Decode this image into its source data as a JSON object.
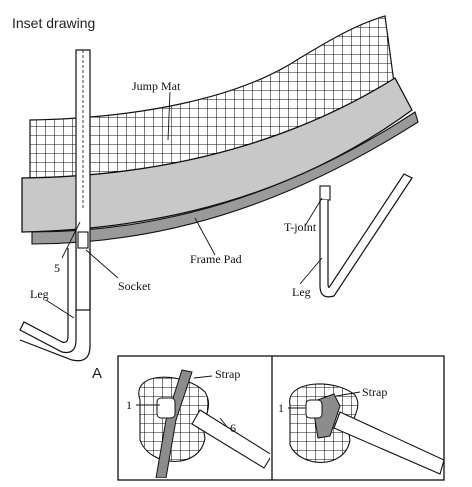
{
  "title": "Inset drawing",
  "labels": {
    "jump_mat": "Jump Mat",
    "t_joint": "T-joint",
    "frame_pad": "Frame Pad",
    "five": "5",
    "socket": "Socket",
    "leg_left": "Leg",
    "leg_right": "Leg"
  },
  "detail": {
    "letter": "A",
    "left_panel": {
      "strap": "Strap",
      "one": "1",
      "six": "6"
    },
    "right_panel": {
      "strap": "Strap",
      "one": "1"
    }
  },
  "colors": {
    "pad_gray": "#c8c8c8",
    "line": "#111111"
  }
}
